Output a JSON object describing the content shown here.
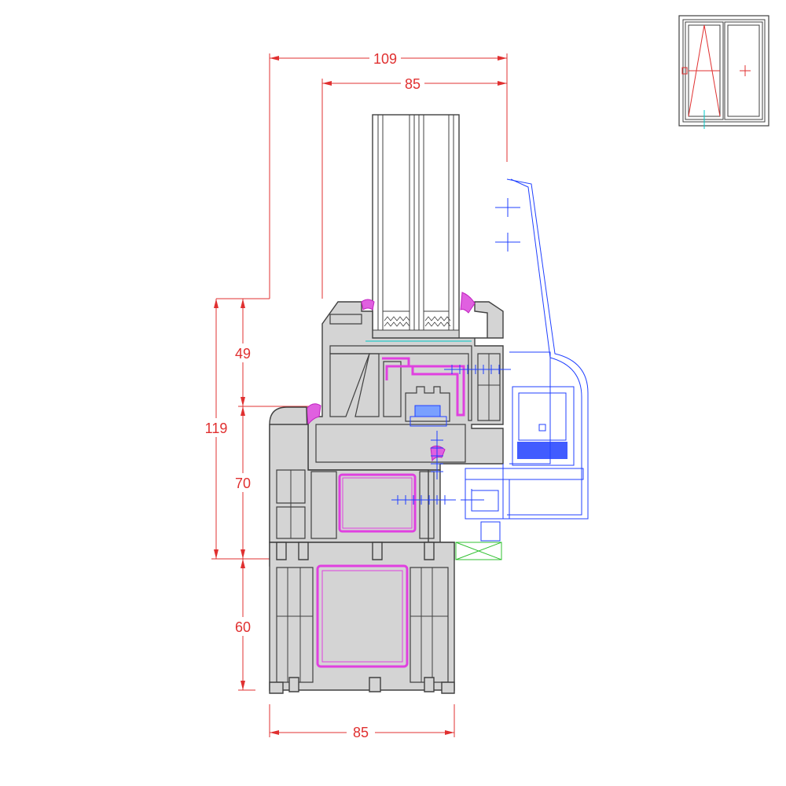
{
  "dimensions": {
    "top_overall_width": "109",
    "top_sash_width": "85",
    "left_total_height": "119",
    "left_sash_height": "49",
    "left_frame_height": "70",
    "left_extension_height": "60",
    "bottom_width": "85"
  },
  "colors": {
    "dimension": "#e03030",
    "profile_fill": "#d4d4d4",
    "profile_outline": "#404040",
    "steel_reinforcement": "#e040e0",
    "hardware": "#2040ff",
    "packer": "#30c030",
    "glazing_cyan": "#00c8c8"
  },
  "thumbnail": {
    "description_icons": [
      "tilt-turn-sash-icon",
      "fixed-pane-icon"
    ]
  }
}
